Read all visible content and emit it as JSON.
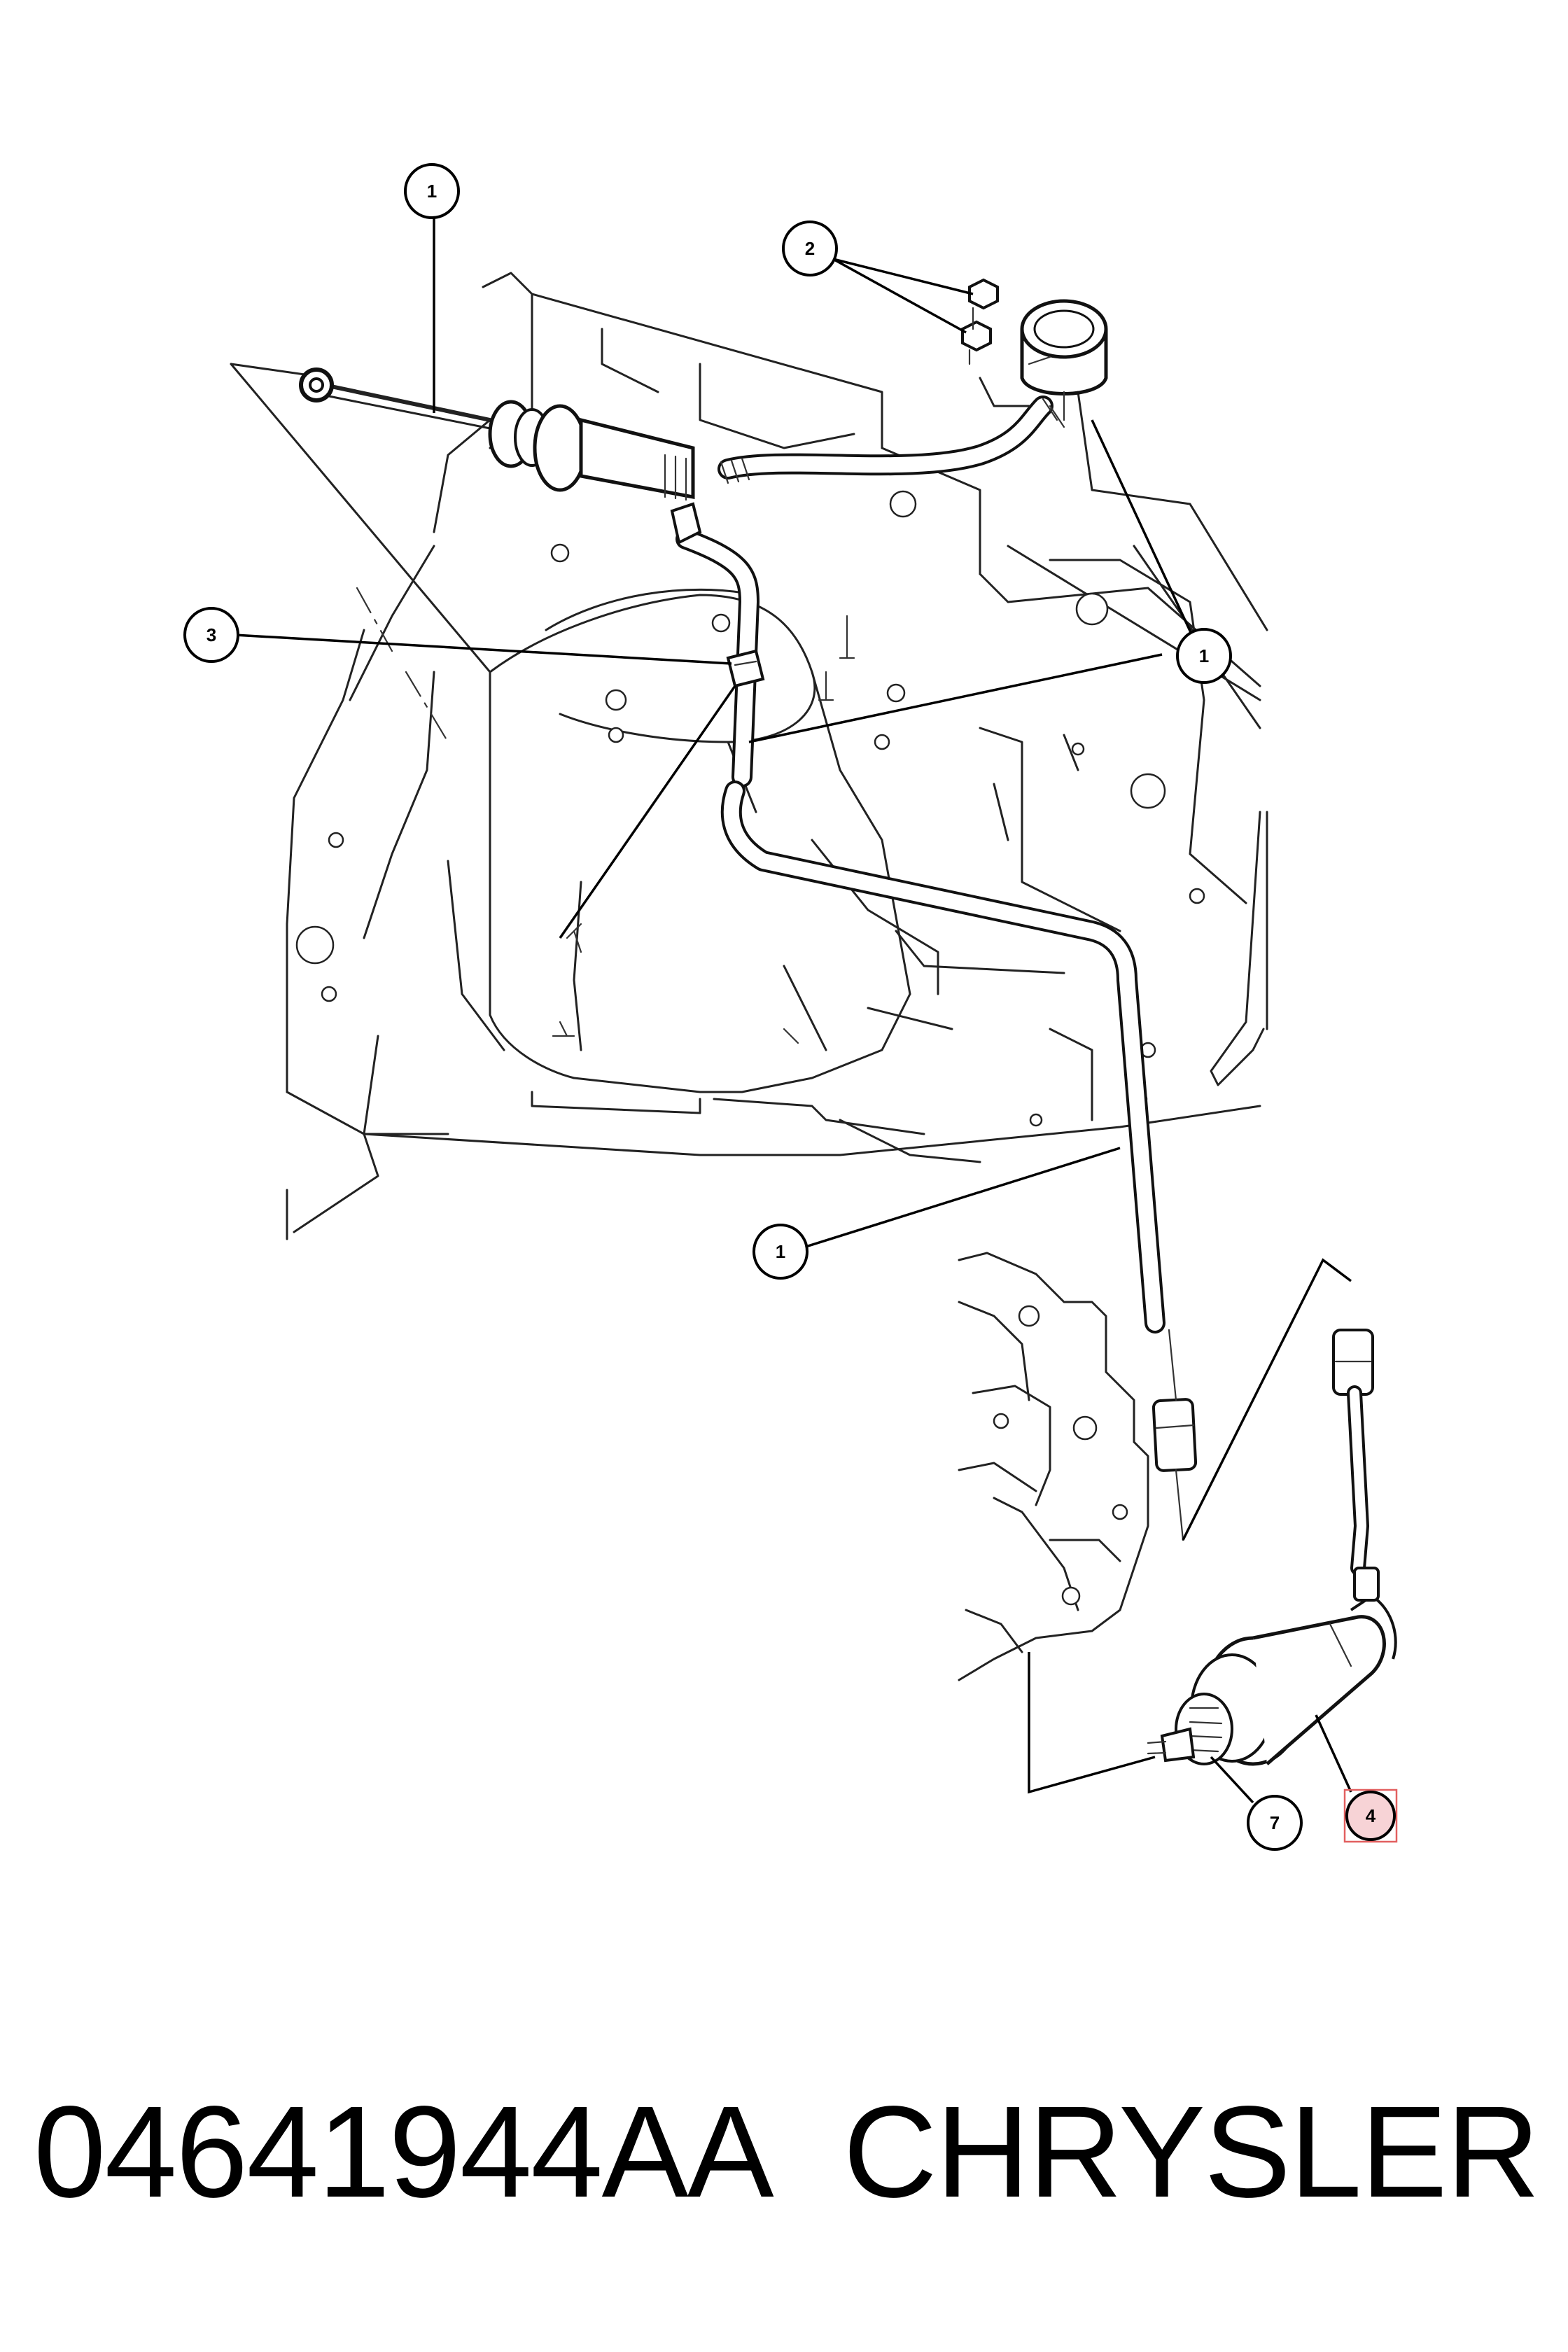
{
  "callouts": {
    "c1a": "1",
    "c2": "2",
    "c1b": "1",
    "c3": "3",
    "c1c": "1",
    "c7": "7",
    "c4": "4"
  },
  "caption": {
    "part_number": "04641944AA",
    "brand": "CHRYSLER"
  },
  "colors": {
    "highlight_fill": "#f7d3d6",
    "highlight_outline": "#e26060"
  }
}
